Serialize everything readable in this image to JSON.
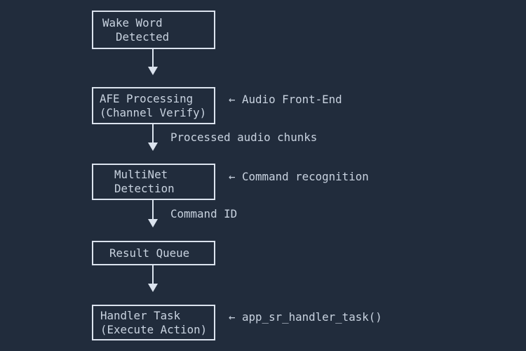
{
  "colors": {
    "background": "#212c3c",
    "line": "#dbe3ee",
    "text": "#c9d3e0"
  },
  "diagram": {
    "title_hint": "speech recognition pipeline flowchart",
    "nodes": [
      {
        "id": "wake-word",
        "line1": "Wake Word",
        "line2": "  Detected"
      },
      {
        "id": "afe",
        "line1": "AFE Processing",
        "line2": "(Channel Verify)"
      },
      {
        "id": "multinet",
        "line1": "MultiNet",
        "line2": "Detection"
      },
      {
        "id": "result-queue",
        "line1": "Result Queue",
        "line2": ""
      },
      {
        "id": "handler",
        "line1": "Handler Task",
        "line2": "(Execute Action)"
      }
    ],
    "edge_labels": {
      "afe_to_multinet": "Processed audio chunks",
      "multinet_to_queue": "Command ID"
    },
    "annotations": {
      "afe": "← Audio Front-End",
      "multinet": "← Command recognition",
      "handler": "← app_sr_handler_task()"
    }
  }
}
